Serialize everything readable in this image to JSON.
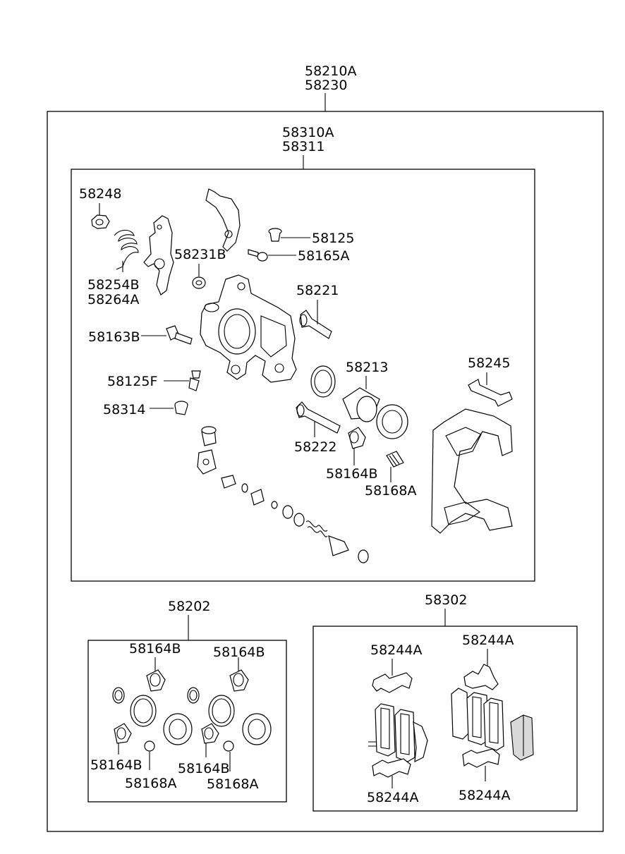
{
  "labels": {
    "main_assy_1": "58210A",
    "main_assy_2": "58230",
    "caliper_assy_1": "58310A",
    "caliper_assy_2": "58311",
    "nut": "58248",
    "spring_1": "58254B",
    "spring_2": "58264A",
    "washer": "58231B",
    "boot_cap": "58125",
    "bolt_small": "58165A",
    "guide_pin_upper": "58221",
    "bolt_caliper": "58163B",
    "bleeder": "58125F",
    "cap": "58314",
    "piston": "58213",
    "bracket_clip": "58245",
    "guide_pin_lower": "58222",
    "boot": "58164B",
    "bushing": "58168A",
    "seal_kit": "58202",
    "kit_boot_1": "58164B",
    "kit_boot_2": "58164B",
    "kit_boot_3": "58164B",
    "kit_boot_4": "58164B",
    "kit_bushing_1": "58168A",
    "kit_bushing_2": "58168A",
    "pad_kit": "58302",
    "pad_shim_1": "58244A",
    "pad_shim_2": "58244A",
    "pad_shim_3": "58244A",
    "pad_shim_4": "58244A"
  }
}
